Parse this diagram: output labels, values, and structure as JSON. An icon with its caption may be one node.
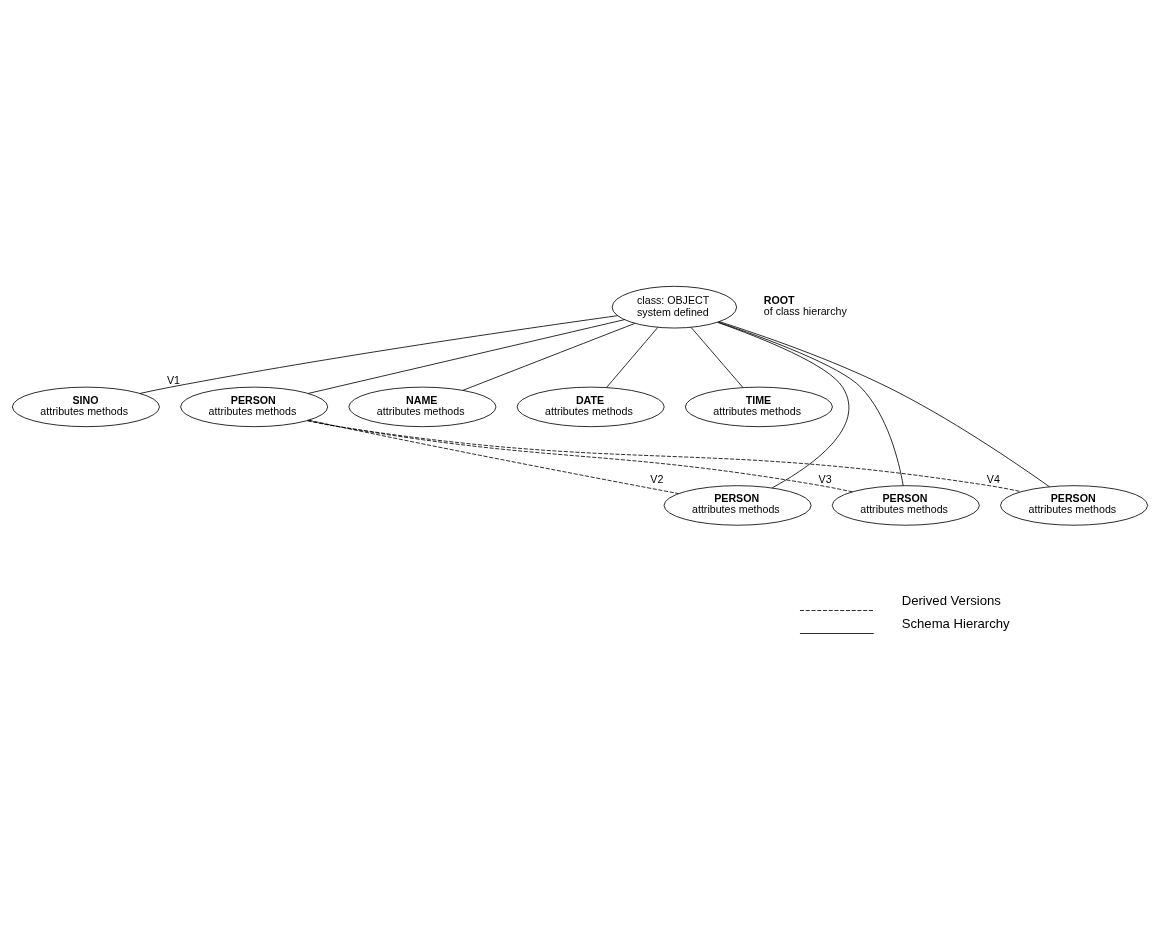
{
  "diagram": {
    "nodes": [
      {
        "text": [
          "class: OBJECT",
          "system defined"
        ]
      },
      {
        "text": [
          "SINO",
          "attributes methods"
        ]
      },
      {
        "text": [
          "PERSON",
          "attributes methods"
        ],
        "beside": [
          "V1"
        ]
      },
      {
        "text": [
          "NAME",
          "attributes methods"
        ]
      },
      {
        "text": [
          "DATE",
          "attributes methods"
        ]
      },
      {
        "text": [
          "TIME",
          "attributes methods"
        ]
      },
      {
        "text": [
          "PERSON",
          "attributes methods"
        ],
        "beside": [
          "V2"
        ]
      },
      {
        "text": [
          "PERSON",
          "attributes methods"
        ],
        "beside": [
          "V3"
        ]
      },
      {
        "text": [
          "PERSON",
          "attributes methods"
        ],
        "beside": [
          "V4"
        ]
      }
    ],
    "edges": [
      {
        "from": 0,
        "to": 1,
        "arrow": "none"
      },
      {
        "from": 0,
        "to": 6,
        "arrow": "none"
      },
      {
        "from": 0,
        "to": 2,
        "arrow": "none"
      },
      {
        "from": 0,
        "to": 7,
        "arrow": "none"
      },
      {
        "from": 0,
        "to": 3,
        "arrow": "none"
      },
      {
        "from": 0,
        "to": 8,
        "arrow": "none"
      },
      {
        "from": 0,
        "to": 4,
        "arrow": "none"
      },
      {
        "from": 0,
        "to": 5,
        "arrow": "none"
      },
      {
        "from": 2,
        "to": 6,
        "arrow": "none",
        "style": "dashed"
      },
      {
        "from": 2,
        "to": 7,
        "arrow": "none",
        "style": "dashed"
      },
      {
        "from": 2,
        "to": 8,
        "arrow": "none",
        "style": "dashed"
      }
    ],
    "labels": [
      "ROOT",
      "of class hierarchy"
    ],
    "legend": [
      {
        "text": "Derived Versions"
      },
      {
        "text": "Schema Hierarchy"
      }
    ]
  }
}
